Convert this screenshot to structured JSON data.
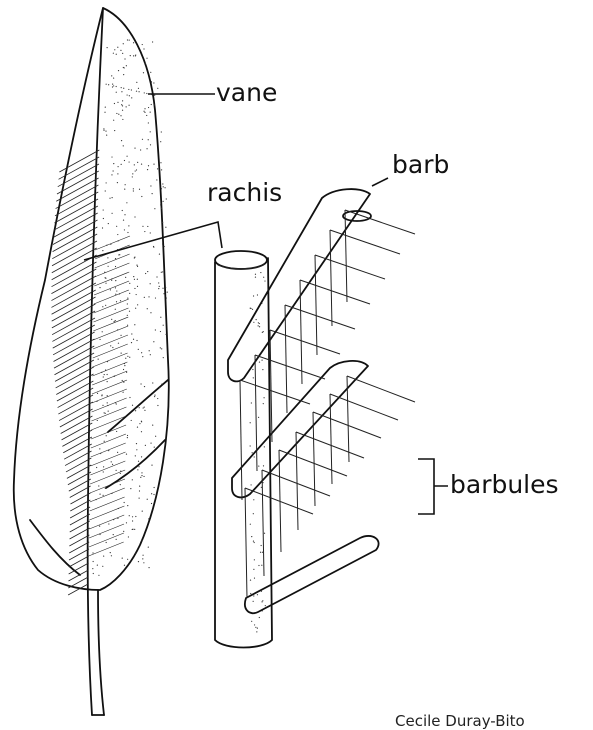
{
  "labels": {
    "vane": "vane",
    "rachis": "rachis",
    "barb": "barb",
    "barbules": "barbules"
  },
  "credit": "Cecile Duray-Bito",
  "colors": {
    "ink": "#111111",
    "background": "#ffffff"
  }
}
